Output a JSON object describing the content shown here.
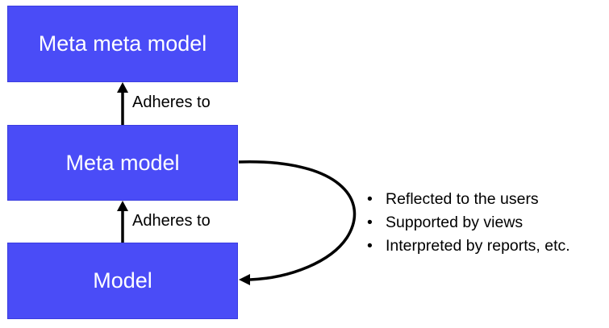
{
  "diagram": {
    "boxes": {
      "top": "Meta meta model",
      "middle": "Meta model",
      "bottom": "Model"
    },
    "edges": {
      "middle_to_top": "Adheres to",
      "bottom_to_middle": "Adheres to"
    },
    "notes": [
      "Reflected to the users",
      "Supported by views",
      "Interpreted by reports, etc."
    ],
    "colors": {
      "box_fill": "#4a4cf7",
      "box_text": "#ffffff",
      "line": "#000000"
    }
  }
}
